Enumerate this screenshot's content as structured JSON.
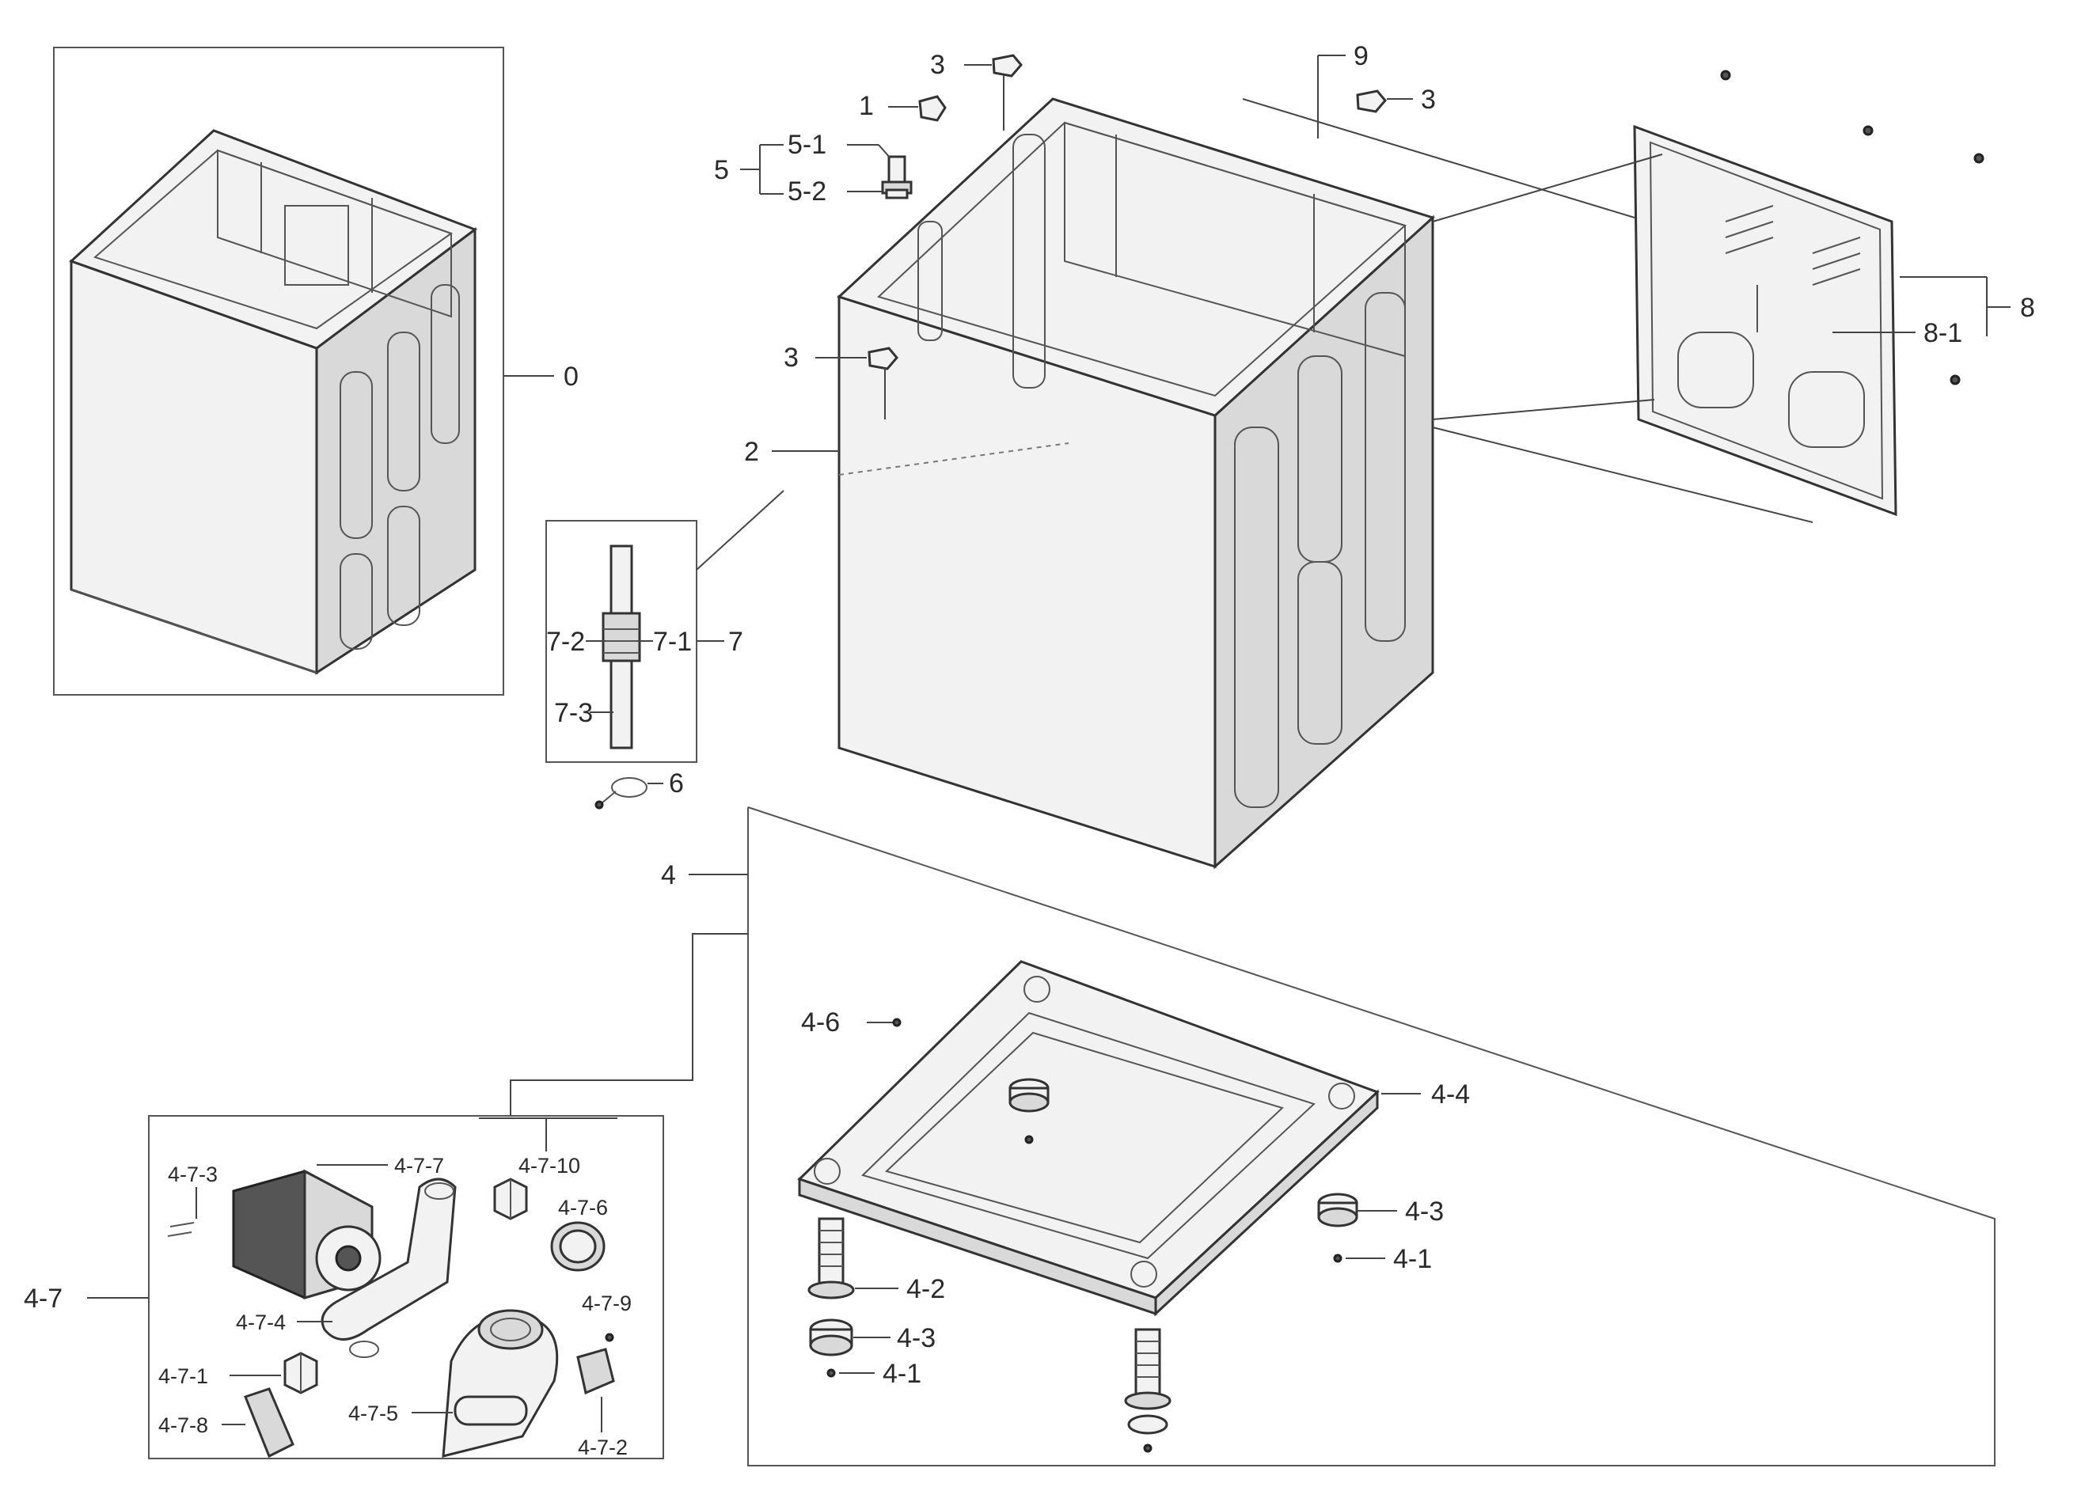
{
  "labels": {
    "l0": "0",
    "l1": "1",
    "l2": "2",
    "l3a": "3",
    "l3b": "3",
    "l3c": "3",
    "l4": "4",
    "l4_1a": "4-1",
    "l4_1b": "4-1",
    "l4_2": "4-2",
    "l4_3a": "4-3",
    "l4_3b": "4-3",
    "l4_4": "4-4",
    "l4_6": "4-6",
    "l4_7": "4-7",
    "l4_7_1": "4-7-1",
    "l4_7_2": "4-7-2",
    "l4_7_3": "4-7-3",
    "l4_7_4": "4-7-4",
    "l4_7_5": "4-7-5",
    "l4_7_6": "4-7-6",
    "l4_7_7": "4-7-7",
    "l4_7_8": "4-7-8",
    "l4_7_9": "4-7-9",
    "l4_7_10": "4-7-10",
    "l5": "5",
    "l5_1": "5-1",
    "l5_2": "5-2",
    "l6": "6",
    "l7": "7",
    "l7_1": "7-1",
    "l7_2": "7-2",
    "l7_3": "7-3",
    "l8": "8",
    "l8_1": "8-1",
    "l9": "9"
  }
}
